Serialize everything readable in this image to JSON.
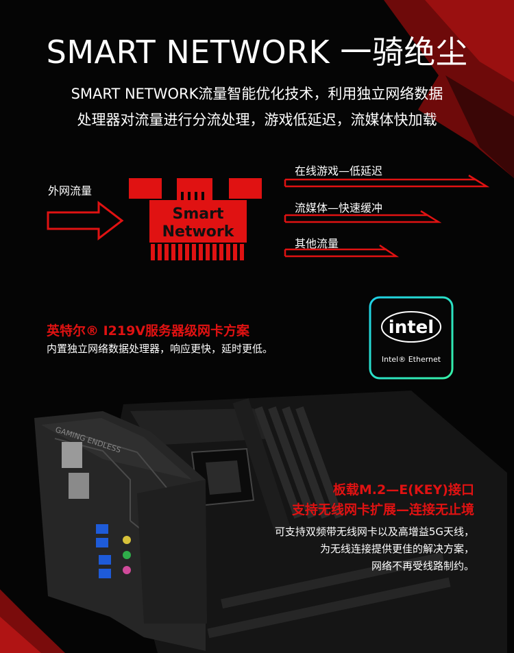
{
  "header": {
    "title": "SMART NETWORK 一骑绝尘",
    "subtitle_line1": "SMART NETWORK流量智能优化技术，利用独立网络数据",
    "subtitle_line2": "处理器对流量进行分流处理，游戏低延迟，流媒体快加载"
  },
  "diagram": {
    "input_label": "外网流量",
    "chip_line1": "Smart",
    "chip_line2": "Network",
    "output1": "在线游戏—低延迟",
    "output2": "流媒体—快速缓冲",
    "output3": "其他流量"
  },
  "intel": {
    "heading": "英特尔® I219V服务器级网卡方案",
    "description": "内置独立网络数据处理器，响应更快，延时更低。",
    "logo_text": "intel",
    "logo_sub": "Intel® Ethernet"
  },
  "m2": {
    "heading_line1": "板载M.2—E(KEY)接口",
    "heading_line2": "支持无线网卡扩展—连接无止境",
    "body_line1": "可支持双频带无线网卡以及高增益5G天线，",
    "body_line2": "为无线连接提供更佳的解决方案，",
    "body_line3": "网络不再受线路制约。"
  },
  "board": {
    "cover_text": "GAMING ENDLESS"
  },
  "colors": {
    "accent_red": "#e01212",
    "chip_cyan": "#22e6d8",
    "background": "#050505"
  }
}
